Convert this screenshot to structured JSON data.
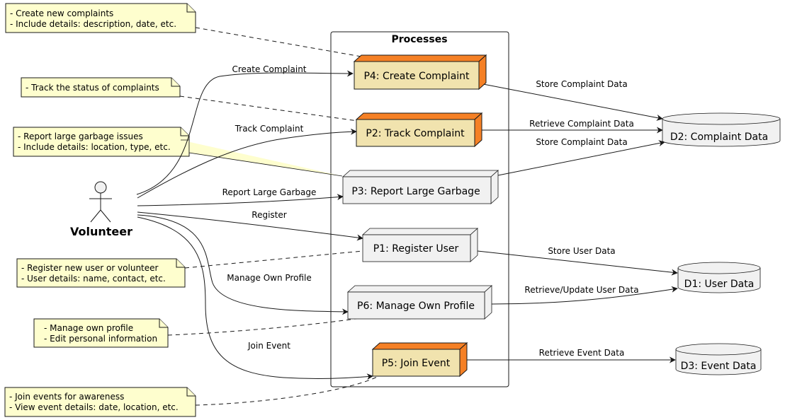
{
  "diagram": {
    "group_title": "Processes",
    "actor": {
      "name": "Volunteer"
    },
    "processes": {
      "p4": "P4: Create Complaint",
      "p2": "P2: Track Complaint",
      "p3": "P3: Report Large Garbage",
      "p1": "P1: Register User",
      "p6": "P6: Manage Own Profile",
      "p5": "P5: Join Event"
    },
    "stores": {
      "d2": "D2: Complaint Data",
      "d1": "D1: User Data",
      "d3": "D3: Event Data"
    },
    "notes": {
      "create": [
        "- Create new complaints",
        "- Include details: description, date, etc."
      ],
      "track": [
        "- Track the status of complaints"
      ],
      "report": [
        "- Report large garbage issues",
        "- Include details: location, type, etc."
      ],
      "register": [
        "- Register new user or volunteer",
        "- User details: name, contact, etc."
      ],
      "profile": [
        "- Manage own profile",
        "- Edit personal information"
      ],
      "join": [
        "- Join events for awareness",
        "- View event details: date, location, etc."
      ]
    },
    "flows": {
      "create_complaint": "Create Complaint",
      "track_complaint": "Track Complaint",
      "report_large_garbage": "Report Large Garbage",
      "register": "Register",
      "manage_own_profile": "Manage Own Profile",
      "join_event": "Join Event",
      "p4_d2": "Store Complaint Data",
      "p2_d2": "Retrieve Complaint Data",
      "p3_d2": "Store Complaint Data",
      "p1_d1": "Store User Data",
      "p6_d1": "Retrieve/Update User Data",
      "p5_d3": "Retrieve Event Data"
    },
    "colors": {
      "note_fill": "#fefece",
      "highlight_fill": "#f1e3ae",
      "highlight_accent": "#f58025",
      "node_fill": "#f1f1f1",
      "border": "#181818"
    }
  }
}
